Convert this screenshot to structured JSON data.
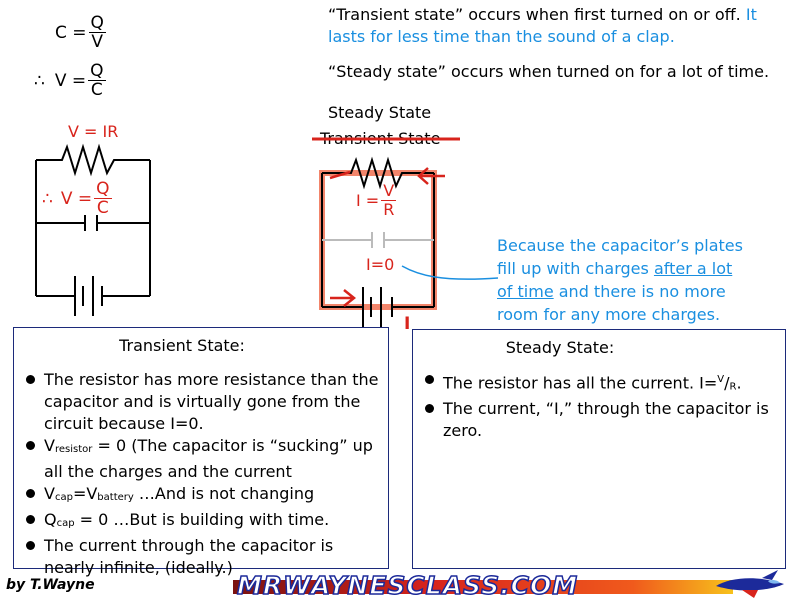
{
  "formulas": {
    "capacitance_lhs": "C =",
    "capacitance_num": "Q",
    "capacitance_den": "V",
    "therefore_symbol": "∴",
    "voltage_lhs": "V =",
    "voltage_num": "Q",
    "voltage_den": "C"
  },
  "left_circuit": {
    "resistor_label": "V = IR",
    "cap_label_therefore": "∴",
    "cap_label_lhs": "V =",
    "cap_label_num": "Q",
    "cap_label_den": "C"
  },
  "definitions": {
    "transient_text": "“Transient state” occurs when first turned on or off.",
    "transient_highlight_1": "It",
    "transient_highlight_2": "lasts for less time than the sound of a clap.",
    "steady_text": "“Steady state” occurs when turned on for a lot of time."
  },
  "right_circuit": {
    "title_current": "Steady State",
    "title_struck": "Transient State",
    "resistor_label_lhs": "I =",
    "resistor_label_num": "V",
    "resistor_label_den": "R",
    "cap_current_label": "I=0",
    "current_symbol": "I"
  },
  "explanation": {
    "line1": "Because the capacitor’s plates",
    "line2_pre": "fill up with charges ",
    "line2_underlined": "after a lot",
    "line3_underlined": "of time",
    "line3_post": " and there is no more",
    "line4": "room for any more charges."
  },
  "transient_box": {
    "title": "Transient State:",
    "item1": "The resistor has more resistance than the capacitor and is virtually gone from the circuit because I=0.",
    "item2_v": "V",
    "item2_sub": "resistor",
    "item2_rest": " = 0 (The capacitor is “sucking” up all the charges and the current",
    "item3_v1": "V",
    "item3_sub1": "cap",
    "item3_eq": "=V",
    "item3_sub2": "battery",
    "item3_rest": " …And is not changing",
    "item4_q": "Q",
    "item4_sub": "cap",
    "item4_rest": " = 0 …But is building with time.",
    "item5": "The current through the capacitor is nearly infinite, (ideally.)"
  },
  "steady_box": {
    "title": "Steady State:",
    "item1_pre": "The resistor has all the current. I=",
    "item1_v": "V",
    "item1_slash": "/",
    "item1_r": "R",
    "item1_end": ".",
    "item2": "The current, “I,” through the capacitor is zero."
  },
  "footer": {
    "byline": "by T.Wayne",
    "site": "MRWAYNESCLASS.COM"
  },
  "colors": {
    "red": "#d8241c",
    "blue": "#1a8fe0",
    "box_border": "#1c2a7a",
    "highlight_path": "#f2856b"
  }
}
